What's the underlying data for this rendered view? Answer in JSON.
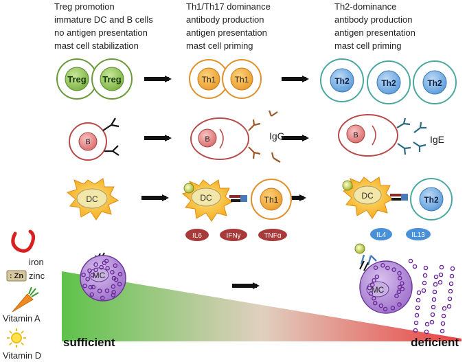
{
  "columns": [
    {
      "header": [
        "Treg promotion",
        "immature DC and B cells",
        "no antigen presentation",
        "mast cell stabilization"
      ]
    },
    {
      "header": [
        "Th1/Th17 dominance",
        "antibody production",
        "antigen presentation",
        "mast cell priming"
      ]
    },
    {
      "header": [
        "Th2-dominance",
        "antibody production",
        "antigen presentation",
        "mast cell priming"
      ]
    }
  ],
  "cells": {
    "treg": "Treg",
    "th1": "Th1",
    "th2": "Th2",
    "b": "B",
    "dc": "DC",
    "mc": "MC"
  },
  "antibodies": {
    "igg": "IgG",
    "ige": "IgE"
  },
  "cytokines": {
    "il6": "IL6",
    "ifng": "IFNγ",
    "tnfa": "TNFα",
    "il4": "IL4",
    "il13": "IL13"
  },
  "nutrients": {
    "iron": "iron",
    "zn_badge": ": Zn",
    "zinc": "zinc",
    "vitamin_a": "Vitamin A",
    "vitamin_d": "Vitamin D"
  },
  "gradient": {
    "left_label": "sufficient",
    "right_label": "deficient"
  },
  "colors": {
    "treg_ring": "#6b9a3a",
    "treg_fill": "#9ccc5a",
    "th1_ring": "#e0902a",
    "th1_fill": "#f2b04a",
    "th2_ring": "#4aa8a0",
    "th2_fill": "#7fb2e0",
    "b_ring": "#b84a4a",
    "b_fill": "#e58a8a",
    "dc_fill": "#f7c52a",
    "mc_fill": "#8a55b8",
    "cytokine_red": "#a83a3a",
    "cytokine_blue": "#4a90d9",
    "igg": "#9a5a2a",
    "ige": "#2a6a80",
    "gradient_start": "#5ec24a",
    "gradient_end": "#e84040"
  }
}
